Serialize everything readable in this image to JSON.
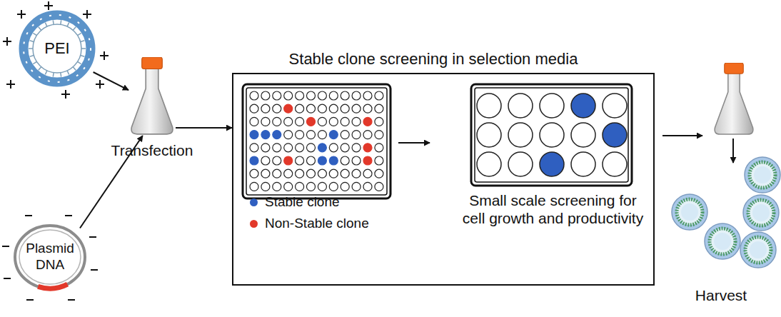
{
  "diagram": {
    "nodes": [
      {
        "text": [
          "PEI"
        ]
      },
      {
        "text": [
          "Plasmid DNA"
        ]
      },
      {
        "text": [
          "Transfection"
        ]
      },
      {
        "text": [
          "Stable clone screening in selection media"
        ]
      },
      {
        "text": [
          "Small scale screening for cell growth and productivity"
        ],
        "in": 3
      },
      {
        "text": [
          "Harvest"
        ]
      }
    ],
    "edges": [
      {
        "from": 0,
        "to": 2,
        "arrow": "to"
      },
      {
        "from": 1,
        "to": 2,
        "arrow": "to"
      },
      {
        "from": 2,
        "to": 3,
        "arrow": "to"
      }
    ],
    "legend": [
      {
        "text": "Stable clone",
        "color": "#2f5fc0"
      },
      {
        "text": "Non-Stable clone",
        "color": "#e2382a"
      }
    ]
  }
}
